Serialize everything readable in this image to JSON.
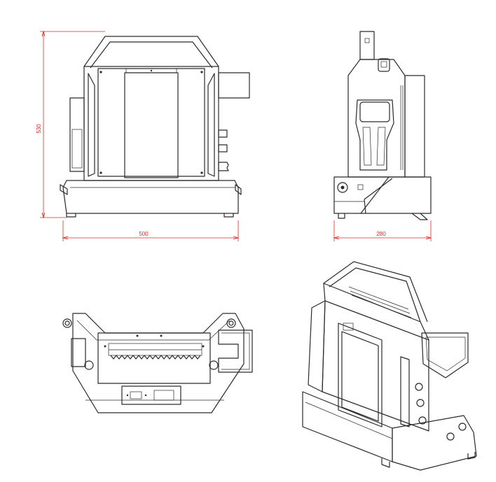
{
  "dimensions": {
    "height_front": "530",
    "width_front": "500",
    "width_side": "280"
  },
  "colors": {
    "line": "#2a2a2a",
    "dimension": "#e32626",
    "background": "#ffffff"
  }
}
